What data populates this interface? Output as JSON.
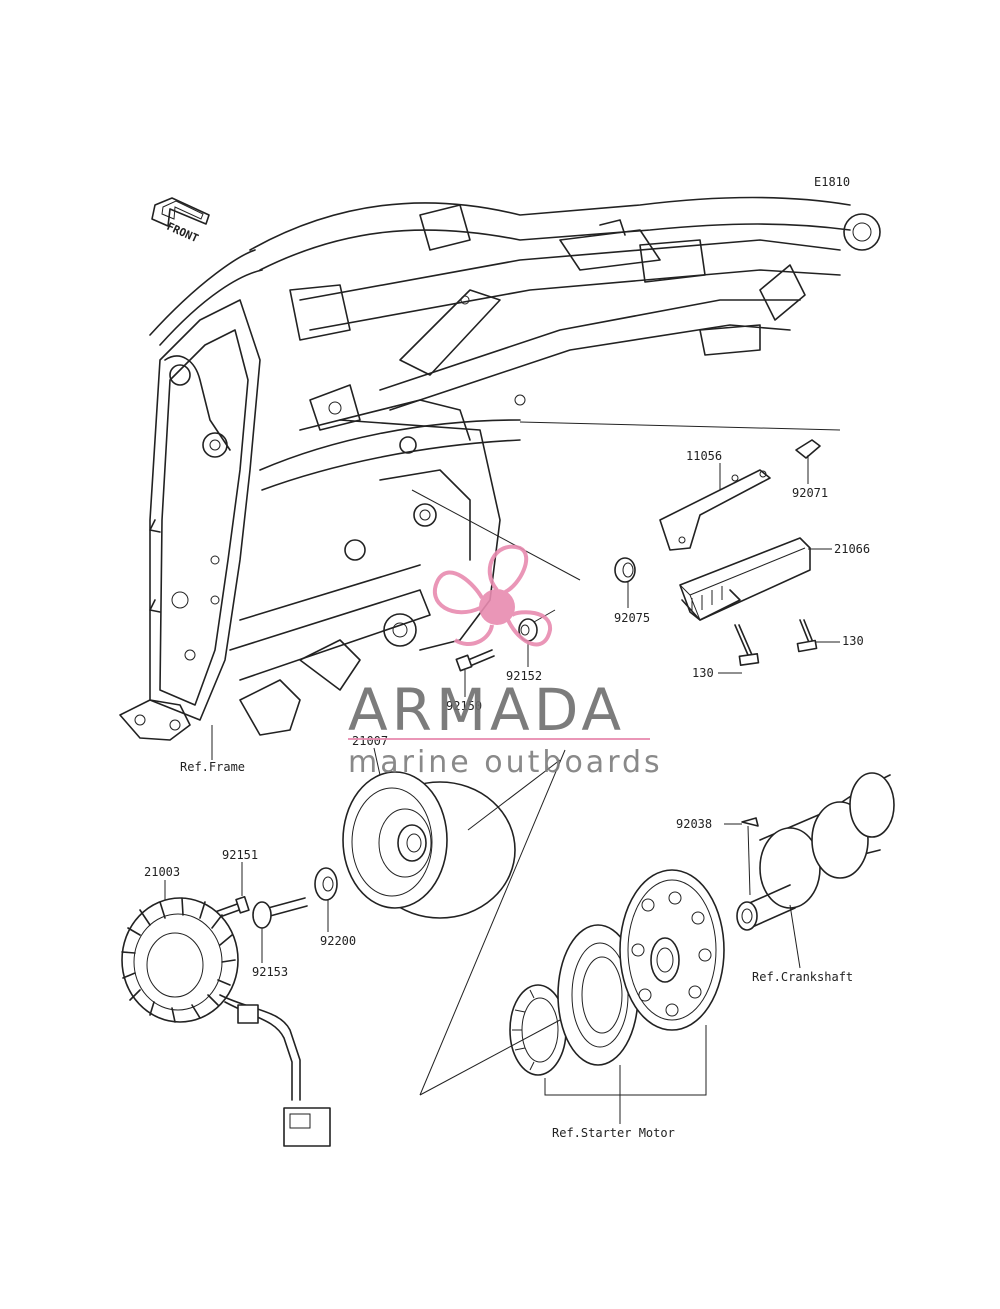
{
  "diagram_code": "E1810",
  "front_label": "FRONT",
  "parts": {
    "p11056": "11056",
    "p92071": "92071",
    "p21066": "21066",
    "p92075": "92075",
    "p130a": "130",
    "p130b": "130",
    "p92152": "92152",
    "p92150": "92150",
    "p21007": "21007",
    "p92151": "92151",
    "p21003": "21003",
    "p92153": "92153",
    "p92200": "92200",
    "p92038": "92038"
  },
  "refs": {
    "frame": "Ref.Frame",
    "crankshaft": "Ref.Crankshaft",
    "starter_motor": "Ref.Starter Motor"
  },
  "watermark": {
    "brand": "ARMADA",
    "tagline": "marine outboards",
    "accent_color": "#e88bb0"
  }
}
